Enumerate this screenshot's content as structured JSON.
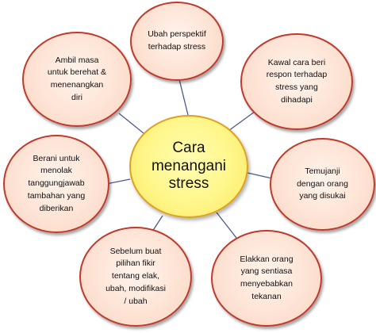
{
  "diagram": {
    "center": {
      "label": "Cara\nmenangani\nstress"
    },
    "nodes": [
      {
        "id": "top",
        "label": "Ubah perspektif\nterhadap stress"
      },
      {
        "id": "top-right",
        "label": "Kawal cara beri\nrespon terhadap\nstress yang\ndihadapi"
      },
      {
        "id": "right",
        "label": "Temujanji\ndengan orang\nyang disukai"
      },
      {
        "id": "bottom-right",
        "label": "Elakkan orang\nyang sentiasa\nmenyebabkan\ntekanan"
      },
      {
        "id": "bottom-left",
        "label": "Sebelum buat\npilihan fikir\ntentang elak,\nubah, modifikasi\n/ ubah"
      },
      {
        "id": "left",
        "label": "Berani untuk\nmenolak\ntanggungjawab\ntambahan yang\ndiberikan"
      },
      {
        "id": "top-left",
        "label": "Ambil masa\nuntuk berehat &\nmenenangkan\ndiri"
      }
    ],
    "colors": {
      "node_fill": "#fde2d3",
      "node_border": "#c0392b",
      "center_fill": "#fff68a",
      "center_border": "#e0a020",
      "connector": "#4a5a8a"
    }
  }
}
